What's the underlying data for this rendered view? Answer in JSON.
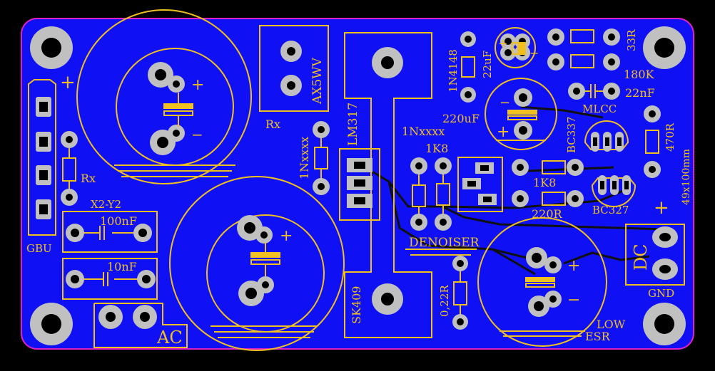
{
  "colors": {
    "background": "#000000",
    "board": "#1010f5",
    "outline": "#e020c8",
    "silk": "#f0c020",
    "pad": "#c0c0c0",
    "trace": "#101010"
  },
  "labels": {
    "rx_left": "Rx",
    "gbu": "GBU",
    "x2y2": "X2-Y2",
    "c100n": "100nF",
    "c10n": "10nF",
    "ac": "AC",
    "rx_top": "Rx",
    "ax5wv": "AX5WV",
    "n1_left": "1Nxxxx",
    "lm317": "LM317",
    "sk409": "SK409",
    "n1_mid": "1Nxxxx",
    "r1k8_left": "1K8",
    "n4148": "1N4148",
    "c22uf": "22uF",
    "c220uf": "220uF",
    "denoiser": "DENOISER",
    "r022": "0,22R",
    "r33": "33R",
    "r180k": "180K",
    "c22nf": "22nF",
    "mlcc": "MLCC",
    "bc337": "BC337",
    "r470": "470R",
    "size": "49x100mm",
    "r1k8_right": "1K8",
    "r220": "220R",
    "bc327": "BC327",
    "dc": "DC",
    "gnd": "GND",
    "low": "LOW",
    "esr": "ESR",
    "plus1": "+",
    "plus2": "+",
    "plus3": "+",
    "plus4": "+",
    "plus5": "+",
    "plus6": "+",
    "plus7": "+",
    "minus1": "−",
    "minus2": "−",
    "minus3": "−",
    "minus4": "−"
  }
}
